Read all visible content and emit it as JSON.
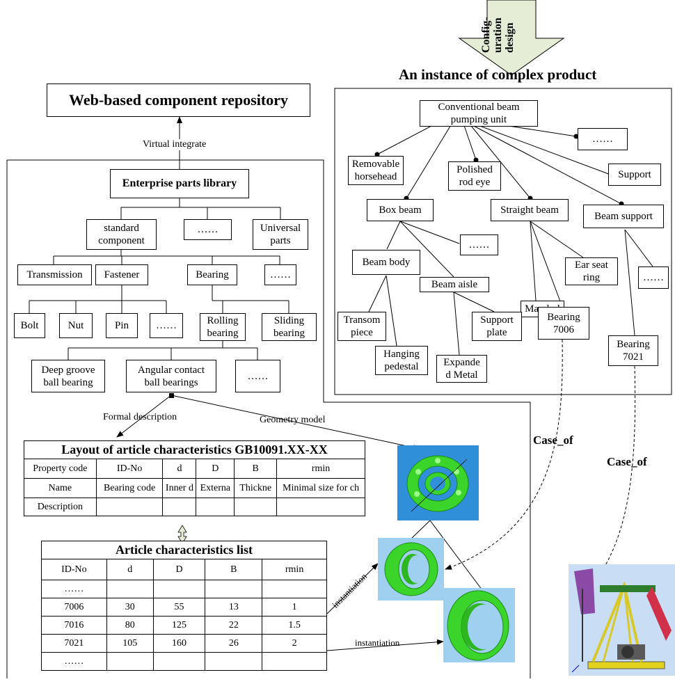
{
  "repository": {
    "title": "Web-based component repository",
    "virtual_integrate": "Virtual  integrate"
  },
  "config_arrow": {
    "lines": [
      "Config-",
      "uration",
      "design"
    ]
  },
  "instance_title": "An instance of complex product",
  "enterprise": {
    "root": "Enterprise parts library",
    "l1": [
      "standard\ncomponent",
      "……",
      "Universal\nparts"
    ],
    "l2": [
      "Transmission",
      "Fastener",
      "Bearing",
      "……"
    ],
    "l3": [
      "Bolt",
      "Nut",
      "Pin",
      "……",
      "Rolling\nbearing",
      "Sliding\nbearing"
    ],
    "l4": [
      "Deep groove\nball bearing",
      "Angular contact\nball bearings",
      "……"
    ]
  },
  "product": {
    "root": "Conventional beam\npumping unit",
    "items": {
      "dots_top": "……",
      "removable": "Removable\nhorsehead",
      "polished": "Polished\nrod eye",
      "support": "Support",
      "box_beam": "Box beam",
      "straight_beam": "Straight beam",
      "beam_support": "Beam support",
      "dots_box": "……",
      "beam_body": "Beam body",
      "beam_aisle": "Beam aisle",
      "mandrel": "Mandrel",
      "ear_seat": "Ear seat\nring",
      "dots_support": "……",
      "transom": "Transom\npiece",
      "hanging": "Hanging\npedestal",
      "expanded": "Expande\nd Metal",
      "support_plate": "Support\nplate",
      "bearing_7006": "Bearing\n7006",
      "bearing_7021": "Bearing\n7021"
    }
  },
  "labels": {
    "formal_description": "Formal description",
    "geometry_model": "Geometry model",
    "case_of_1": "Case_of",
    "case_of_2": "Case_of",
    "instantiation_1": "instantiation",
    "instantiation_2": "instantiation"
  },
  "layout_table": {
    "title": "Layout of article characteristics GB10091.XX-XX",
    "rows": [
      [
        "Property code",
        "ID-No",
        "d",
        "D",
        "B",
        "rmin"
      ],
      [
        "Name",
        "Bearing code",
        "Inner d",
        "Externa",
        "Thickne",
        "Minimal size for ch"
      ],
      [
        "Description",
        "",
        "",
        "",
        "",
        ""
      ]
    ]
  },
  "article_table": {
    "title": "Article characteristics list",
    "header": [
      "ID-No",
      "d",
      "D",
      "B",
      "rmin"
    ],
    "rows": [
      [
        "……",
        "",
        "",
        "",
        ""
      ],
      [
        "7006",
        "30",
        "55",
        "13",
        "1"
      ],
      [
        "7016",
        "80",
        "125",
        "22",
        "1.5"
      ],
      [
        "7021",
        "105",
        "160",
        "26",
        "2"
      ],
      [
        "……",
        "",
        "",
        "",
        ""
      ]
    ]
  },
  "colors": {
    "bearing_green": "#3bd42a",
    "model_bg": "#2f8fd8",
    "light_bg": "#9fd0f0",
    "arrow_fill": "#e6edd7"
  }
}
